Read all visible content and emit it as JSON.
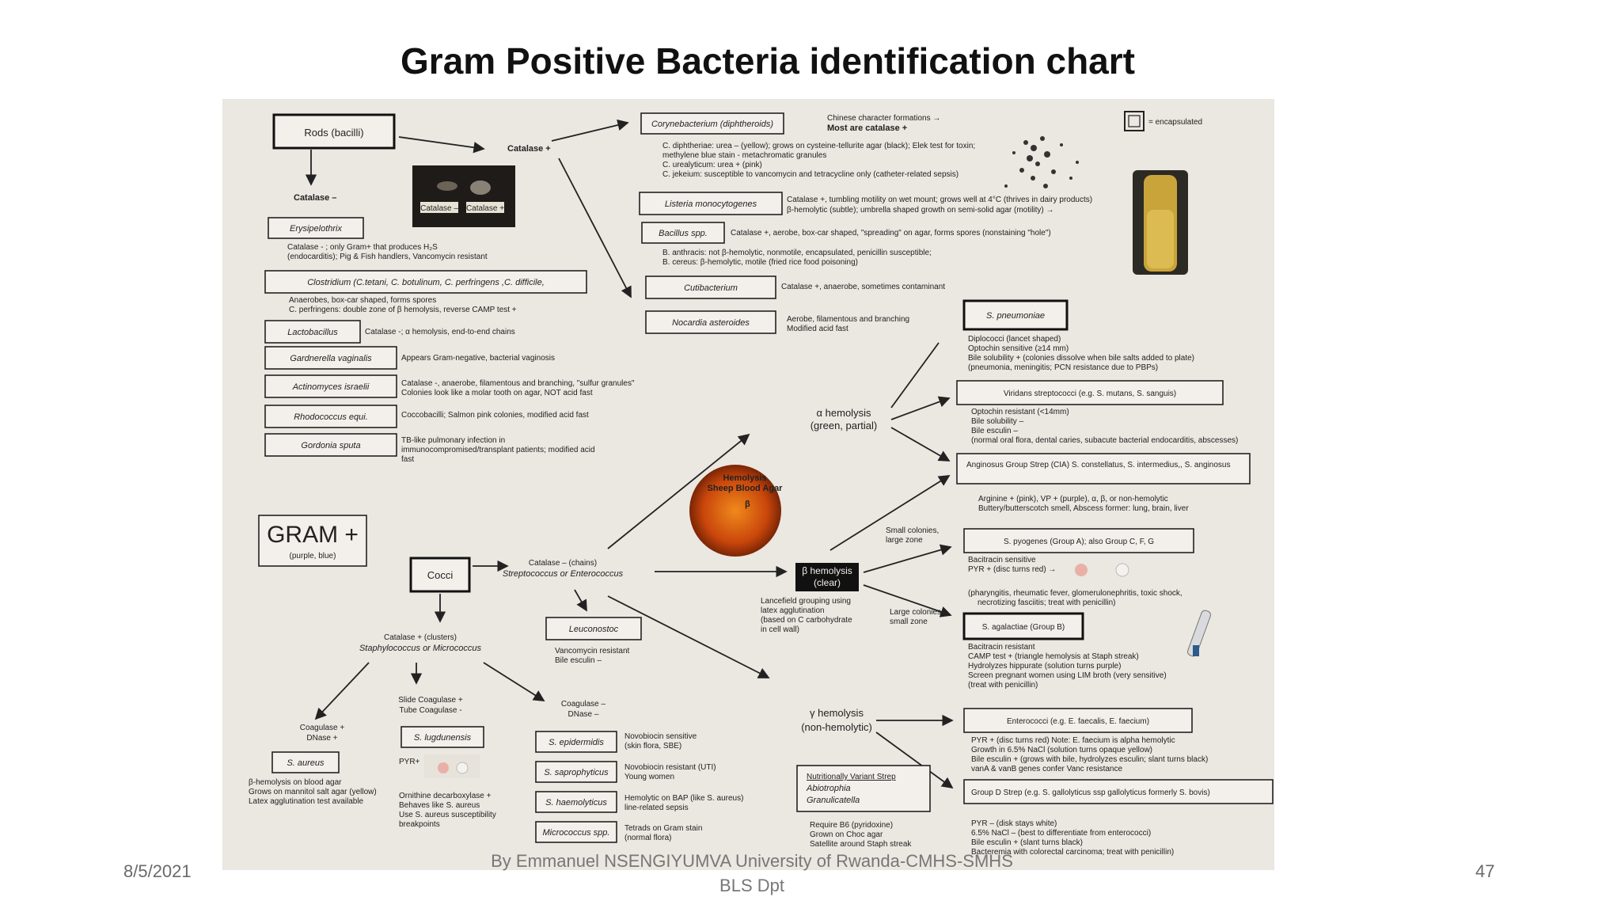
{
  "slide": {
    "title": "Gram Positive Bacteria identification chart",
    "date": "8/5/2021",
    "footer_line1": "By Emmanuel NSENGIYUMVA University of Rwanda-CMHS-SMHS",
    "footer_line2": "BLS Dpt",
    "page_number": "47"
  },
  "chart": {
    "rods": "Rods (bacilli)",
    "catalase_pos": "Catalase +",
    "catalase_neg": "Catalase –",
    "photo_labels": [
      "Catalase –",
      "Catalase +"
    ],
    "encapsulated_legend": "= encapsulated",
    "gram": "GRAM +",
    "gram_sub": "(purple, blue)",
    "cocci": "Cocci",
    "rods_pos": [
      {
        "name": "Corynebacterium (diphtheroids)",
        "notes": [
          "Chinese character formations →",
          "Most are catalase +",
          "C. diphtheriae: urea – (yellow); grows on cysteine-tellurite agar (black); Elek test for toxin;",
          "methylene blue stain - metachromatic granules",
          "C. urealyticum: urea + (pink)",
          "C. jekeium: susceptible to vancomycin and tetracycline only (catheter-related sepsis)"
        ]
      },
      {
        "name": "Listeria monocytogenes",
        "notes": [
          "Catalase +, tumbling motility on wet mount; grows well at 4°C (thrives in dairy products)",
          "β-hemolytic (subtle); umbrella shaped growth on semi-solid agar (motility) →"
        ]
      },
      {
        "name": "Bacillus spp.",
        "notes": [
          "Catalase +, aerobe, box-car shaped, \"spreading\" on agar, forms spores (nonstaining \"hole\")",
          "B. anthracis: not β-hemolytic, nonmotile, encapsulated, penicillin susceptible;",
          "B. cereus: β-hemolytic, motile (fried rice food poisoning)"
        ]
      },
      {
        "name": "Cutibacterium",
        "notes": [
          "Catalase +, anaerobe, sometimes contaminant"
        ]
      },
      {
        "name": "Nocardia asteroides",
        "notes": [
          "Aerobe, filamentous and branching",
          "Modified acid fast"
        ]
      }
    ],
    "rods_neg": [
      {
        "name": "Erysipelothrix",
        "notes": [
          "Catalase - ; only Gram+ that produces H₂S",
          "(endocarditis); Pig & Fish handlers, Vancomycin resistant"
        ]
      },
      {
        "name": "Clostridium (C.tetani, C. botulinum, C. perfringens ,C. difficile,",
        "notes": [
          "Anaerobes, box-car shaped, forms spores",
          "C. perfringens: double zone of β hemolysis, reverse CAMP test +"
        ]
      },
      {
        "name": "Lactobacillus",
        "notes": [
          "Catalase -; α hemolysis, end-to-end chains"
        ]
      },
      {
        "name": "Gardnerella vaginalis",
        "notes": [
          "Appears Gram-negative, bacterial vaginosis"
        ]
      },
      {
        "name": "Actinomyces israelii",
        "notes": [
          "Catalase -, anaerobe, filamentous and branching, \"sulfur granules\"",
          "Colonies look like a molar tooth on agar, NOT acid fast"
        ]
      },
      {
        "name": "Rhodococcus equi.",
        "notes": [
          "Coccobacilli; Salmon pink colonies, modified acid fast"
        ]
      },
      {
        "name": "Gordonia sputa",
        "notes": [
          "TB-like pulmonary infection in",
          "immunocompromised/transplant patients; modified acid",
          "fast"
        ]
      }
    ],
    "strep_branch": [
      "Catalase – (chains)",
      "Streptococcus or Enterococcus"
    ],
    "staph_branch": [
      "Catalase + (clusters)",
      "Staphylococcus or Micrococcus"
    ],
    "leuconostoc": {
      "name": "Leuconostoc",
      "notes": [
        "Vancomycin resistant",
        "Bile esculin –"
      ]
    },
    "blood_agar": [
      "Hemolysis",
      "Sheep Blood Agar"
    ],
    "alpha": [
      "α hemolysis",
      "(green, partial)"
    ],
    "beta": [
      "β hemolysis",
      "(clear)"
    ],
    "gamma": [
      "γ hemolysis",
      "(non-hemolytic)"
    ],
    "lancefield": [
      "Lancefield grouping using",
      "latex agglutination",
      "(based on C carbohydrate",
      "in cell wall)"
    ],
    "small_colonies": [
      "Small colonies,",
      "large zone"
    ],
    "large_colonies": [
      "Large colonies,",
      "small zone"
    ],
    "alpha_groups": [
      {
        "name": "S. pneumoniae",
        "notes": [
          "Diplococci (lancet shaped)",
          "Optochin sensitive (≥14 mm)",
          "Bile solubility + (colonies dissolve when bile salts added to plate)",
          "(pneumonia, meningitis; PCN resistance due to PBPs)"
        ]
      },
      {
        "name": "Viridans streptococci (e.g. S. mutans, S. sanguis)",
        "notes": [
          "Optochin resistant (<14mm)",
          "Bile solubility –",
          "Bile esculin –",
          "(normal oral flora, dental caries, subacute bacterial endocarditis, abscesses)"
        ]
      },
      {
        "name": "Anginosus Group Strep (CIA) S. constellatus, S. intermedius,, S. anginosus",
        "notes": [
          "Arginine + (pink), VP + (purple), α, β, or non-hemolytic",
          "Buttery/butterscotch smell, Abscess former: lung, brain, liver"
        ]
      }
    ],
    "beta_groups": [
      {
        "name": "S. pyogenes (Group A); also Group C, F, G",
        "notes": [
          "Bacitracin sensitive",
          "PYR + (disc turns red) →",
          "(pharyngitis, rheumatic fever, glomerulonephritis, toxic shock,",
          "necrotizing fasciitis; treat with penicillin)"
        ]
      },
      {
        "name": "S. agalactiae (Group B)",
        "notes": [
          "Bacitracin resistant",
          "CAMP test + (triangle hemolysis at Staph streak)",
          "Hydrolyzes hippurate (solution turns purple)",
          "Screen pregnant women using LIM broth (very sensitive)",
          "(treat with penicillin)"
        ]
      }
    ],
    "gamma_groups": [
      {
        "name": "Enterococci (e.g. E. faecalis, E. faecium)",
        "notes": [
          "PYR + (disc turns red)   Note: E. faecium is alpha hemolytic",
          "Growth in 6.5% NaCl (solution turns opaque yellow)",
          "Bile esculin + (grows with bile, hydrolyzes esculin; slant turns black)",
          "vanA & vanB genes confer Vanc resistance"
        ]
      },
      {
        "name": "Group D Strep (e.g. S. gallolyticus ssp gallolyticus formerly S. bovis)",
        "notes": [
          "PYR – (disk stays white)",
          "6.5% NaCl – (best to differentiate from enterococci)",
          "Bile esculin + (slant turns black)",
          "Bacteremia with colorectal carcinoma; treat with penicillin)"
        ]
      }
    ],
    "nvs": [
      "Nutritionally Variant Strep",
      "Abiotrophia",
      "Granulicatella"
    ],
    "nvs_notes": [
      "Require B6 (pyridoxine)",
      "Grown on Choc agar",
      "Satellite around Staph streak"
    ],
    "coag_pos": [
      "Coagulase +",
      "DNase +"
    ],
    "slide_coag": [
      "Slide Coagulase +",
      "Tube Coagulase -"
    ],
    "coag_neg": [
      "Coagulase –",
      "DNase –"
    ],
    "s_aureus": {
      "name": "S. aureus",
      "notes": [
        "β-hemolysis on blood agar",
        "Grows on mannitol salt agar (yellow)",
        "Latex agglutination test available"
      ]
    },
    "s_lugdunensis": {
      "name": "S. lugdunensis",
      "pyr": "PYR+",
      "notes": [
        "Ornithine decarboxylase +",
        "Behaves like S. aureus",
        "Use S. aureus susceptibility",
        "breakpoints"
      ]
    },
    "coag_neg_species": [
      {
        "name": "S. epidermidis",
        "notes": [
          "Novobiocin sensitive",
          "(skin flora, SBE)"
        ]
      },
      {
        "name": "S. saprophyticus",
        "notes": [
          "Novobiocin resistant (UTI)",
          "Young women"
        ]
      },
      {
        "name": "S. haemolyticus",
        "notes": [
          "Hemolytic on BAP (like S. aureus)",
          "line-related sepsis"
        ]
      },
      {
        "name": "Micrococcus spp.",
        "notes": [
          "Tetrads on Gram stain",
          "(normal flora)"
        ]
      }
    ]
  }
}
